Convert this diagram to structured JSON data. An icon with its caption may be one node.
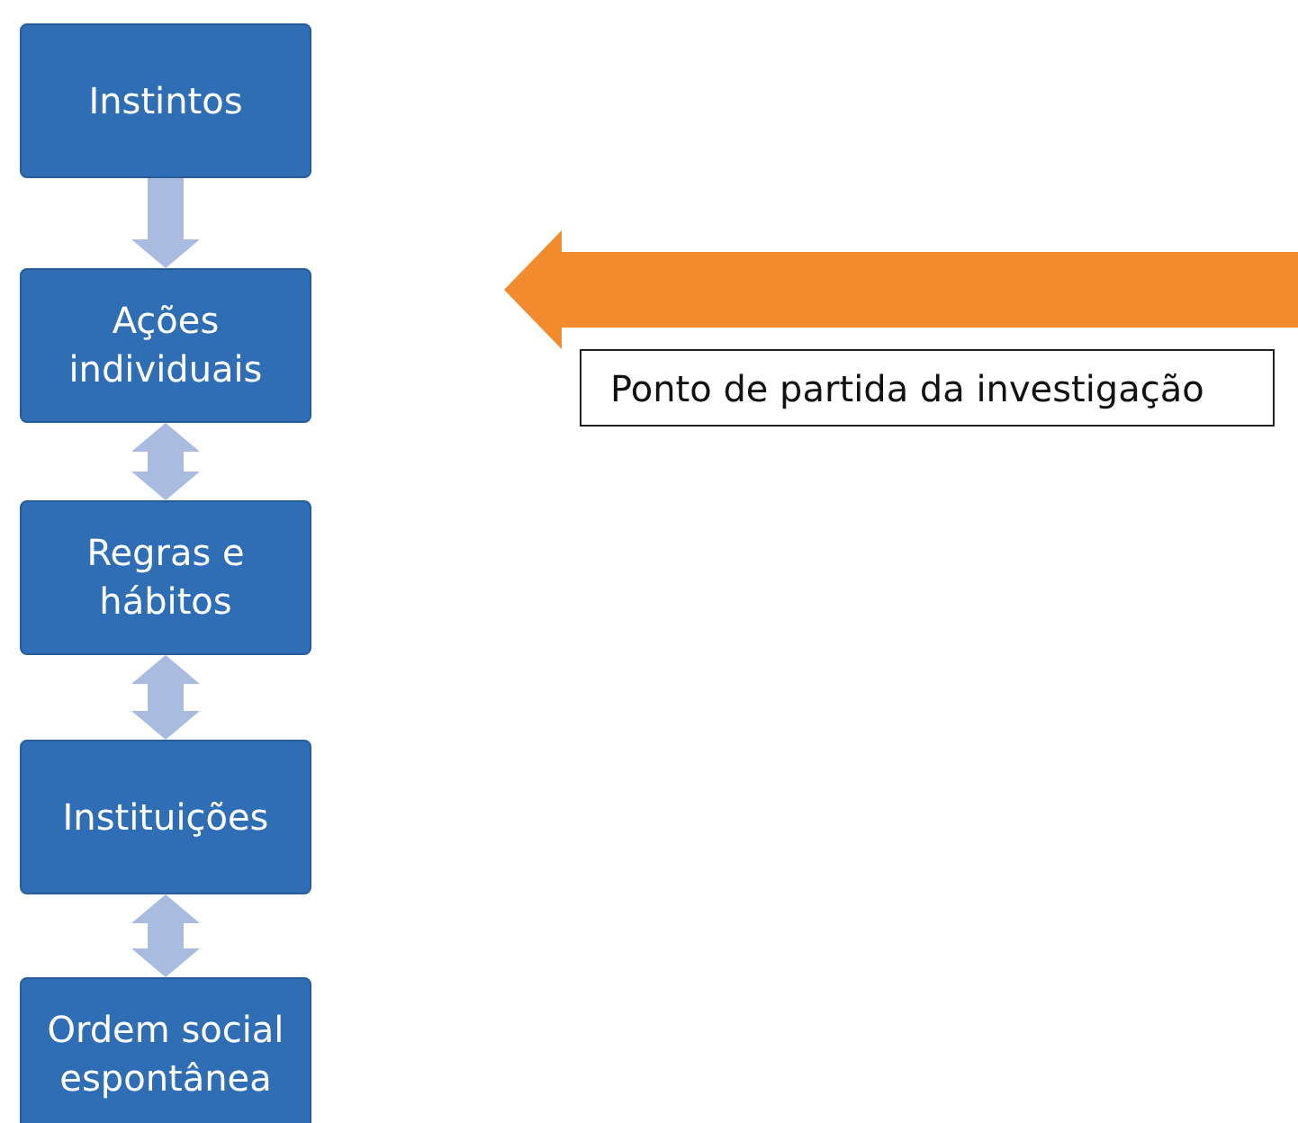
{
  "diagram": {
    "nodes": [
      {
        "text": [
          "Instintos"
        ]
      },
      {
        "text": [
          "Ações individuais"
        ]
      },
      {
        "text": [
          "Regras e hábitos"
        ]
      },
      {
        "text": [
          "Instituições"
        ]
      },
      {
        "text": [
          "Ordem social espontânea"
        ]
      },
      {
        "text": [
          "Ponto de partida da investigação"
        ]
      }
    ],
    "edges": [
      {
        "from": 0,
        "to": 1,
        "arrow": "to"
      },
      {
        "from": 1,
        "to": 2,
        "arrow": "both"
      },
      {
        "from": 2,
        "to": 3,
        "arrow": "both"
      },
      {
        "from": 3,
        "to": 4,
        "arrow": "both"
      },
      {
        "from": null,
        "to": 1,
        "arrow": "to",
        "style": "thick",
        "color": "#f28a2e"
      }
    ]
  }
}
